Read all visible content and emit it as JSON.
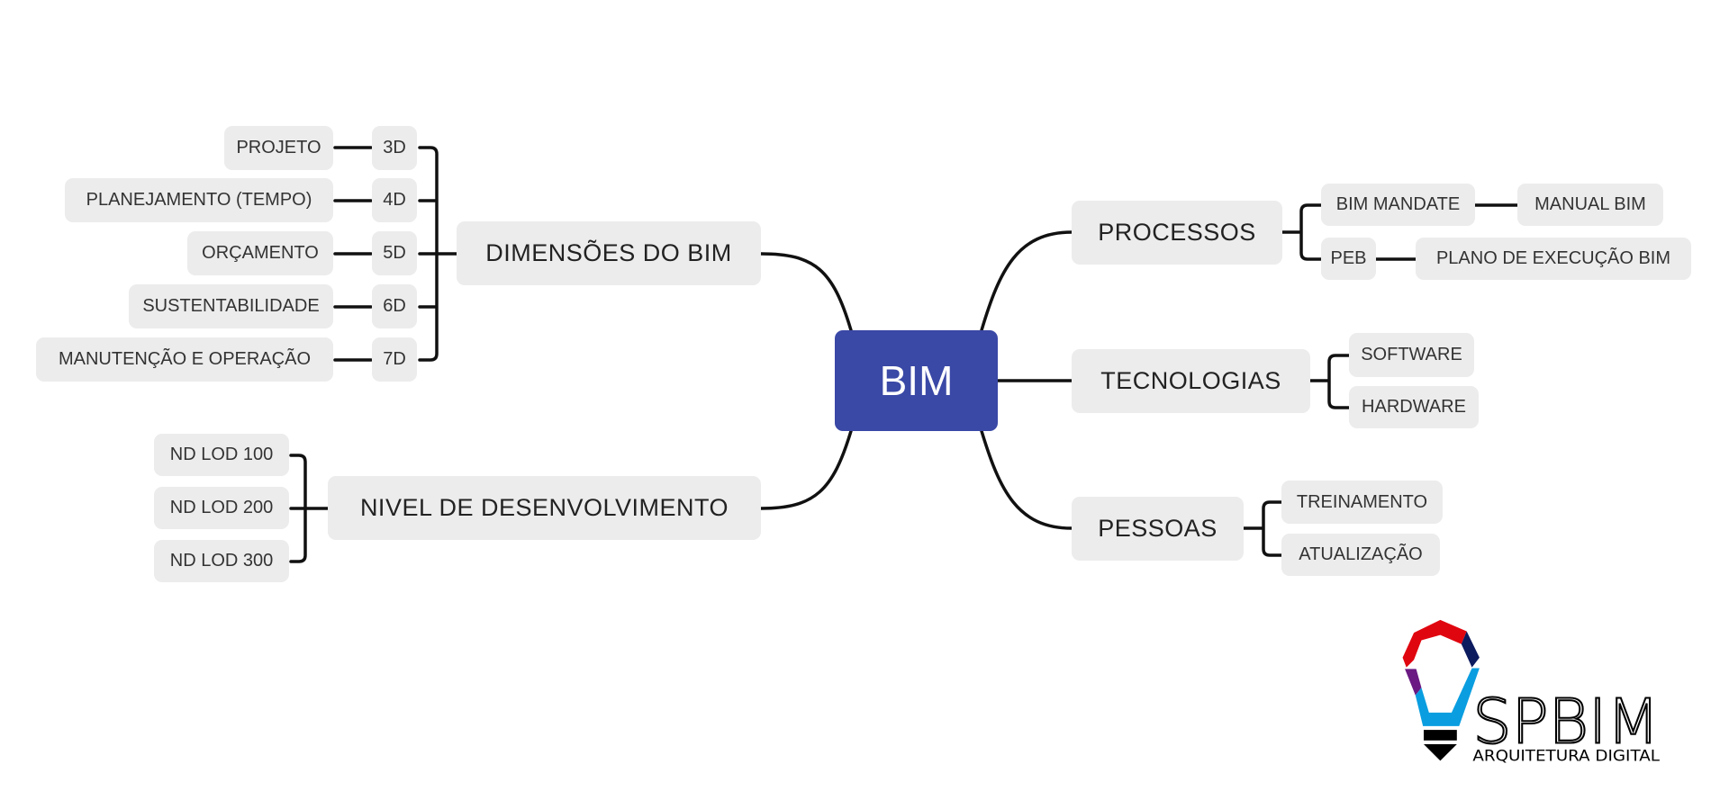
{
  "root": {
    "label": "BIM",
    "color": "#3a48a6"
  },
  "branches": {
    "dimensoes": {
      "label": "DIMENSÕES DO BIM",
      "items": [
        {
          "dim": "3D",
          "label": "PROJETO"
        },
        {
          "dim": "4D",
          "label": "PLANEJAMENTO (TEMPO)"
        },
        {
          "dim": "5D",
          "label": "ORÇAMENTO"
        },
        {
          "dim": "6D",
          "label": "SUSTENTABILIDADE"
        },
        {
          "dim": "7D",
          "label": "MANUTENÇÃO E OPERAÇÃO"
        }
      ]
    },
    "nivel": {
      "label": "NIVEL DE DESENVOLVIMENTO",
      "items": [
        "ND LOD 100",
        "ND LOD 200",
        "ND LOD 300"
      ]
    },
    "processos": {
      "label": "PROCESSOS",
      "items": [
        {
          "label": "BIM MANDATE",
          "child": "MANUAL BIM"
        },
        {
          "label": "PEB",
          "child": "PLANO DE EXECUÇÃO BIM"
        }
      ]
    },
    "tecnologias": {
      "label": "TECNOLOGIAS",
      "items": [
        "SOFTWARE",
        "HARDWARE"
      ]
    },
    "pessoas": {
      "label": "PESSOAS",
      "items": [
        "TREINAMENTO",
        "ATUALIZAÇÃO"
      ]
    }
  },
  "logo": {
    "name": "SPBIM",
    "tagline": "ARQUITETURA DIGITAL",
    "colors": [
      "#e0060f",
      "#0c1a5e",
      "#0a9ee0",
      "#6a1a82",
      "#000000"
    ]
  }
}
